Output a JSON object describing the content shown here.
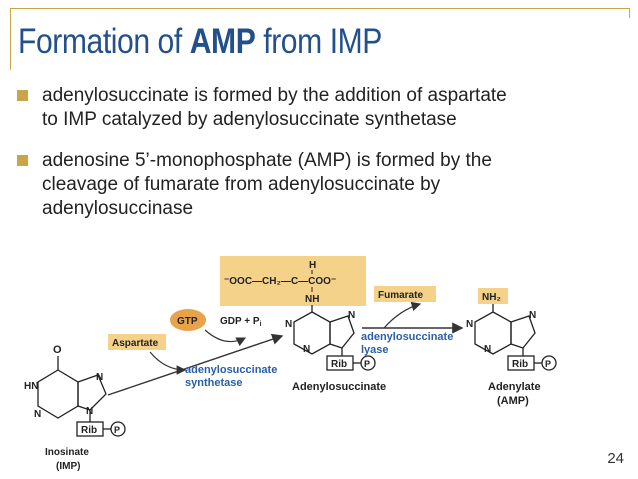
{
  "title": {
    "prefix": "Formation of ",
    "bold": "AMP",
    "suffix": " from IMP"
  },
  "bullets": [
    {
      "lines": [
        "adenylosuccinate is formed by the addition of aspartate",
        "to IMP catalyzed by adenylosuccinate synthetase"
      ]
    },
    {
      "lines": [
        "adenosine 5’-monophosphate (AMP) is formed by the",
        "cleavage of fumarate from adenylosuccinate by",
        "adenylosuccinase"
      ]
    }
  ],
  "diagram": {
    "imp": {
      "name": "Inosinate",
      "abbr": "(IMP)",
      "rib": "Rib",
      "p": "P",
      "o": "O",
      "hn": "HN",
      "n": "N"
    },
    "aspartate_label": "Aspartate",
    "gtp_label": "GTP",
    "gdp_label": "GDP + P",
    "gdp_sub": "i",
    "enzyme1": [
      "adenylosuccinate",
      "synthetase"
    ],
    "side_chain": {
      "h": "H",
      "left": "⁻OOC—CH₂—C—COO⁻",
      "nh": "NH"
    },
    "intermediate": {
      "name": "Adenylosuccinate",
      "rib": "Rib",
      "p": "P",
      "n": "N"
    },
    "fumarate_label": "Fumarate",
    "enzyme2": [
      "adenylosuccinate",
      "lyase"
    ],
    "product": {
      "nh2": "NH₂",
      "name": "Adenylate",
      "abbr": "(AMP)",
      "rib": "Rib",
      "p": "P",
      "n": "N"
    },
    "colors": {
      "label_box": "#f5d28a",
      "gtp": "#e8a24a",
      "enzyme_text": "#2a5ea8",
      "frame": "#c9a448",
      "title": "#23508a"
    }
  },
  "slide_number": "24"
}
